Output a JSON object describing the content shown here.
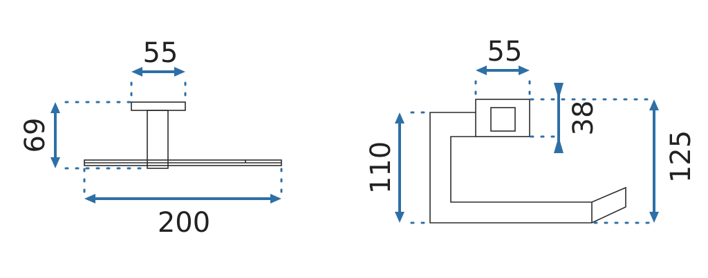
{
  "colors": {
    "dimension": "#2e6fa6",
    "outline": "#2a2a2a",
    "text": "#222222"
  },
  "side_view": {
    "width_top": "55",
    "height": "69",
    "length": "200"
  },
  "front_view": {
    "width_top": "55",
    "block_height": "38",
    "inner_height": "110",
    "total_height": "125"
  }
}
